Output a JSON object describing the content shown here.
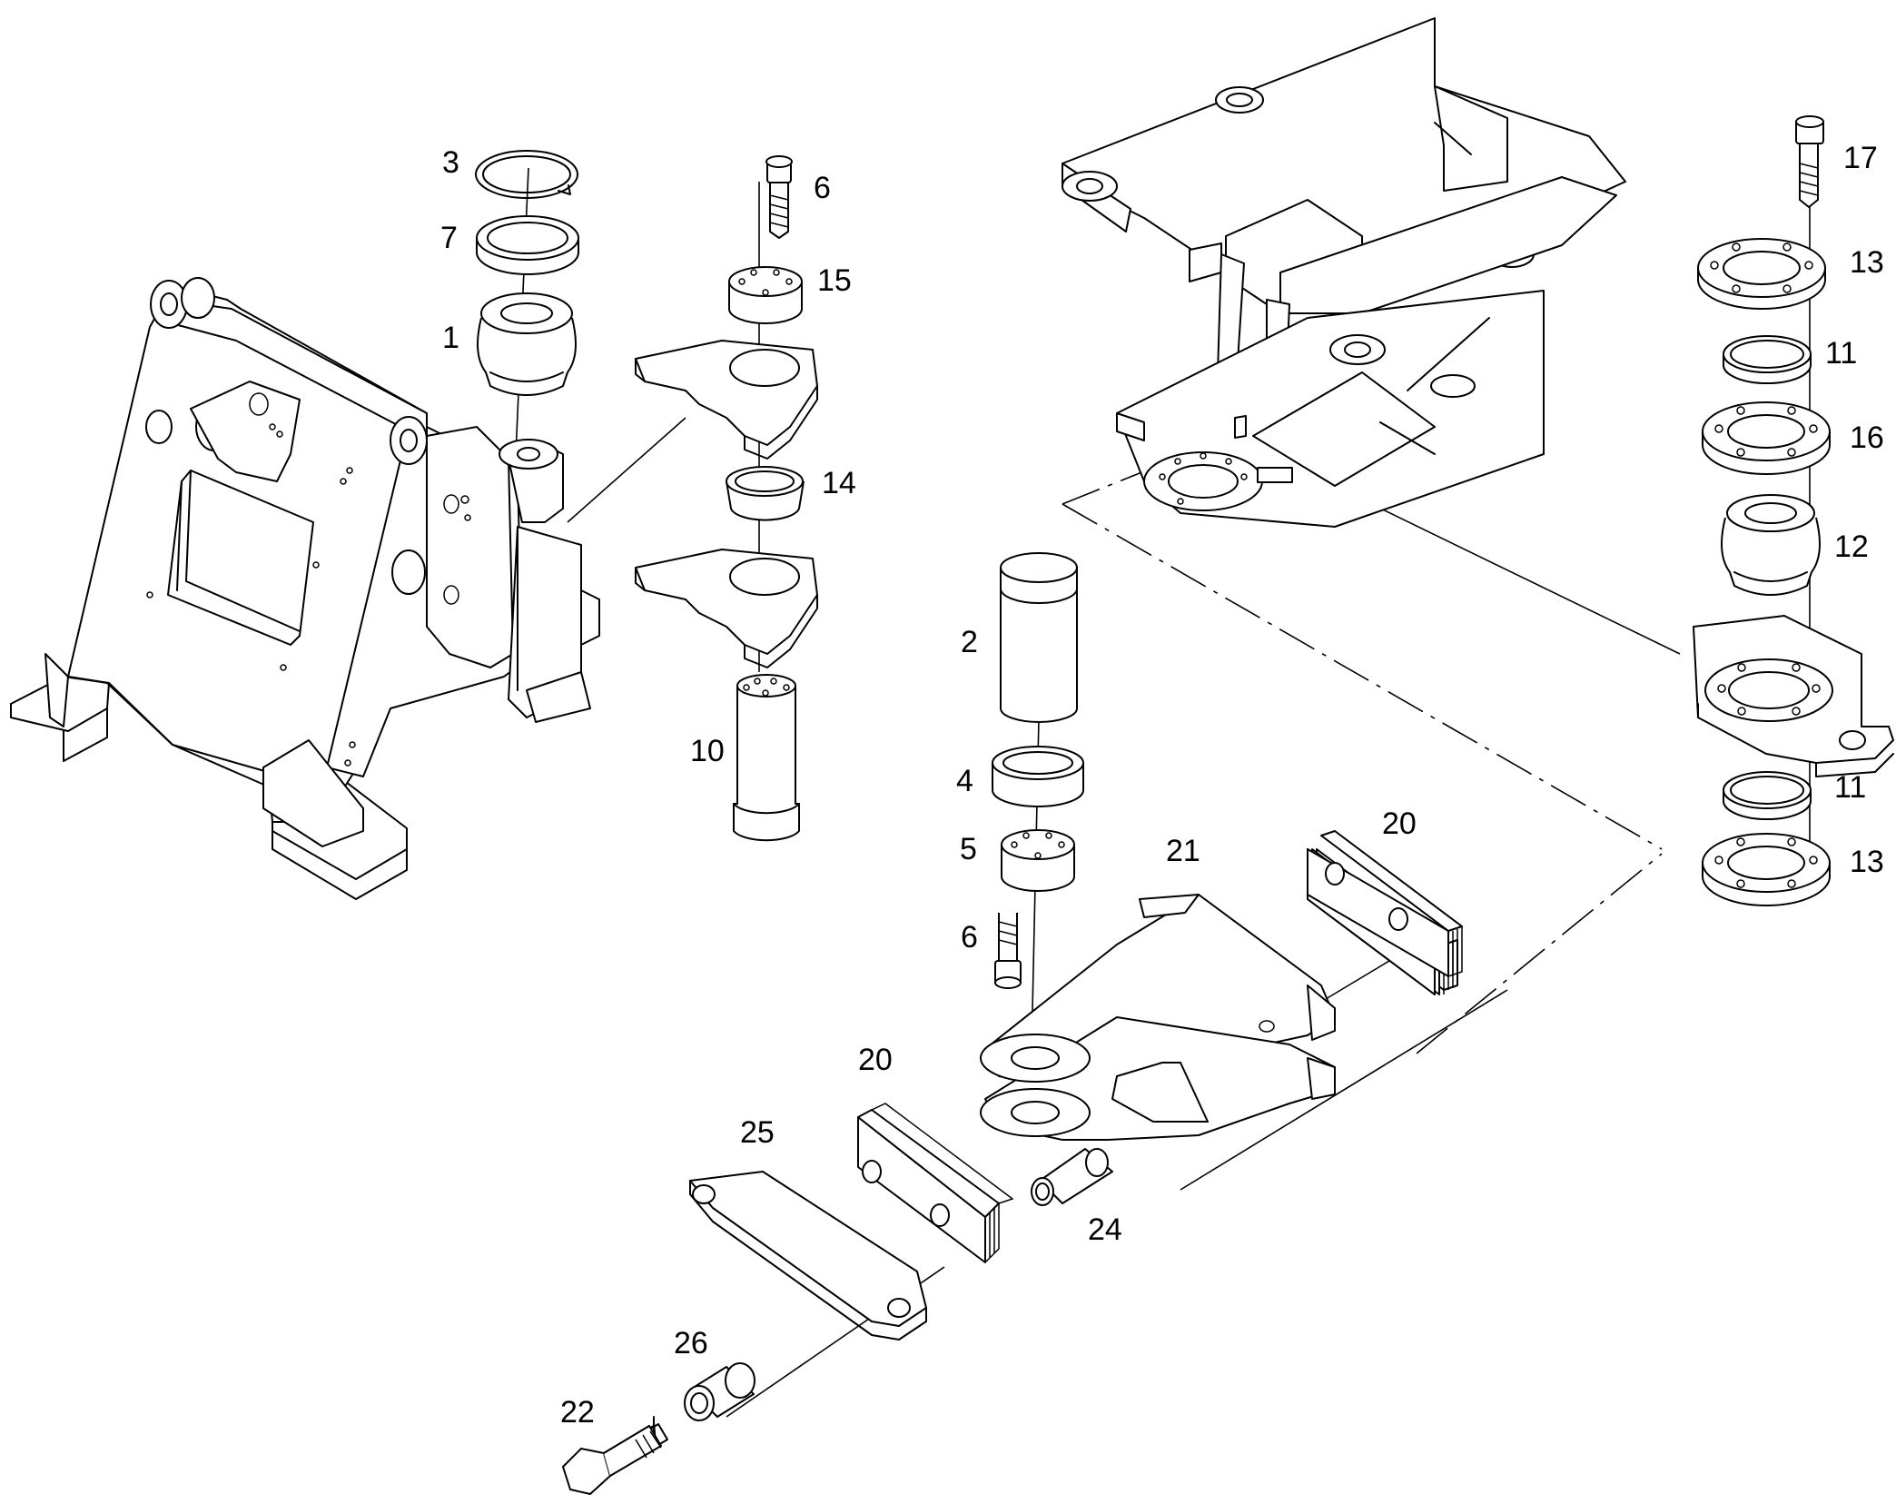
{
  "callouts": {
    "c1": "1",
    "c2": "2",
    "c3": "3",
    "c4": "4",
    "c5": "5",
    "c6a": "6",
    "c6b": "6",
    "c7": "7",
    "c10": "10",
    "c11a": "11",
    "c11b": "11",
    "c12": "12",
    "c13a": "13",
    "c13b": "13",
    "c14": "14",
    "c15": "15",
    "c16": "16",
    "c17": "17",
    "c20a": "20",
    "c20b": "20",
    "c21": "21",
    "c22": "22",
    "c24": "24",
    "c25": "25",
    "c26": "26"
  },
  "colors": {
    "line": "#000000",
    "background": "#ffffff"
  }
}
